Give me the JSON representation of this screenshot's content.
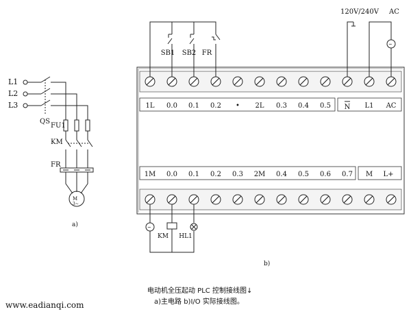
{
  "main_circuit": {
    "phase_labels": [
      "L1",
      "L2",
      "L3"
    ],
    "qs_label": "QS",
    "fu1_label": "FU1",
    "km_label": "KM",
    "fr_label": "FR",
    "panel_label": "a)"
  },
  "plc": {
    "power_label": "120V/240V",
    "ac_label": "AC",
    "input_switch_labels": [
      "SB1",
      "SB2",
      "FR"
    ],
    "top_terminal_labels": [
      "1L",
      "0.0",
      "0.1",
      "0.2",
      "•",
      "2L",
      "0.3",
      "0.4",
      "0.5"
    ],
    "top_power_labels": [
      "N",
      "L1",
      "AC"
    ],
    "bottom_terminal_labels": [
      "1M",
      "0.0",
      "0.1",
      "0.2",
      "0.3",
      "2M",
      "0.4",
      "0.5",
      "0.6",
      "0.7"
    ],
    "bottom_power_labels": [
      "M",
      "L+"
    ],
    "output_load_labels": [
      "KM",
      "HL1"
    ],
    "panel_label": "b)"
  },
  "caption": {
    "title": "电动机全压起动 PLC 控制接线图↓",
    "subtitle": "a)主电路   b)I/O 实际接线图。",
    "watermark": "www.eadianqi.com"
  }
}
